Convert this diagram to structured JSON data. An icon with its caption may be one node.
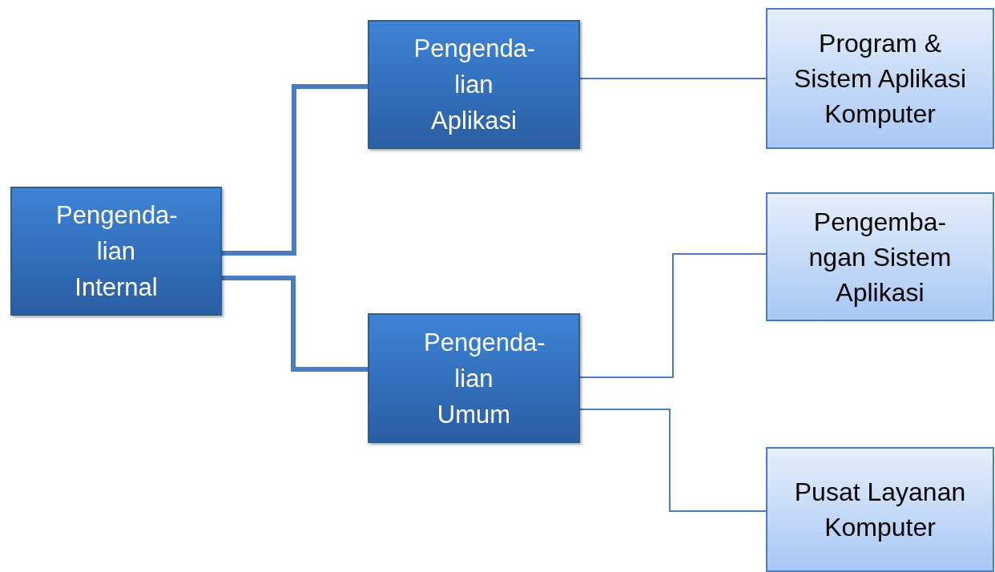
{
  "diagram": {
    "nodes": [
      {
        "text": [
          "Pengenda- lian Internal"
        ]
      },
      {
        "text": [
          "Pengenda- lian Aplikasi"
        ]
      },
      {
        "text": [
          "Pengenda- lian Umum"
        ]
      },
      {
        "text": [
          "Program & Sistem Aplikasi Komputer"
        ]
      },
      {
        "text": [
          "Pengemba- ngan Sistem Aplikasi"
        ]
      },
      {
        "text": [
          "Pusat Layanan Komputer"
        ]
      }
    ],
    "edges": [
      {
        "from": 0,
        "to": 1,
        "arrow": "none",
        "style": "thick"
      },
      {
        "from": 0,
        "to": 2,
        "arrow": "none",
        "style": "thick"
      },
      {
        "from": 1,
        "to": 3,
        "arrow": "none"
      },
      {
        "from": 2,
        "to": 4,
        "arrow": "none"
      },
      {
        "from": 2,
        "to": 5,
        "arrow": "none"
      }
    ]
  }
}
